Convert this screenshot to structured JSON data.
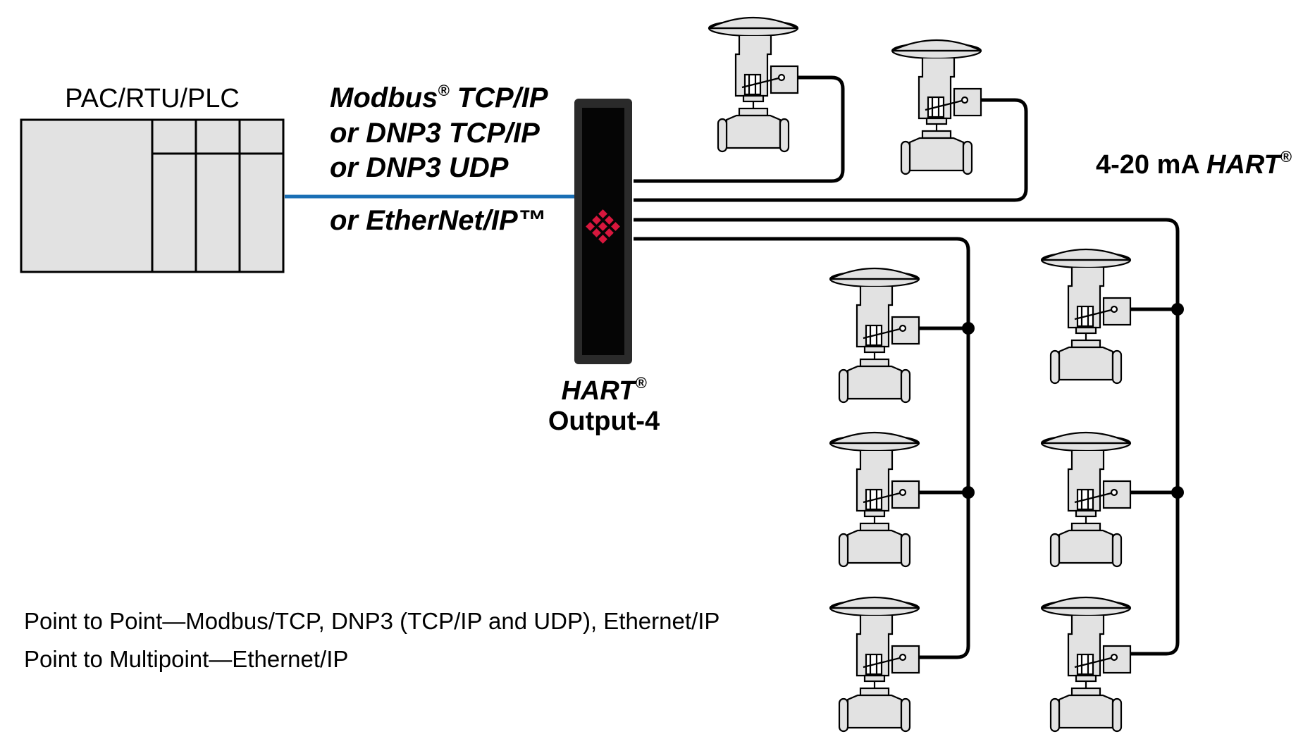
{
  "plc": {
    "title": "PAC/RTU/PLC"
  },
  "protocols": {
    "line1": "Modbus",
    "line1_reg": "®",
    "line1_rest": " TCP/IP",
    "line2": "or DNP3 TCP/IP",
    "line3": "or DNP3 UDP",
    "line4": "or EtherNet/IP™"
  },
  "device": {
    "name": "HART",
    "name_reg": "®",
    "model": "Output-4",
    "logo": "red-diamond-logo-icon"
  },
  "signal": {
    "label_plain": "4-20 mA ",
    "label_italic": "HART",
    "label_reg": "®"
  },
  "captions": [
    "Point to Point—Modbus/TCP, DNP3 (TCP/IP and UDP), Ethernet/IP",
    "Point to Multipoint—Ethernet/IP"
  ],
  "icons": {
    "valve": "control-valve-icon"
  },
  "colors": {
    "ethernet": "#1a6fb5",
    "device_body": "#1c1c1c",
    "logo": "#d8173d",
    "plc_fill": "#e2e2e2"
  }
}
